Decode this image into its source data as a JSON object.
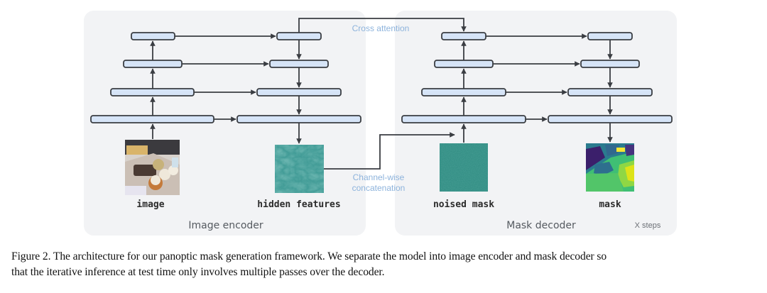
{
  "figure": {
    "panels": {
      "encoder": {
        "title": "Image encoder"
      },
      "decoder": {
        "title": "Mask decoder",
        "steps_note": "X steps"
      }
    },
    "nodes": {
      "image": "image",
      "hidden_features": "hidden features",
      "noised_mask": "noised mask",
      "mask": "mask"
    },
    "connections": {
      "cross_attention": "Cross attention",
      "channel_concat_line1": "Channel-wise",
      "channel_concat_line2": "concatenation"
    },
    "colors": {
      "panel_bg": "#f2f3f5",
      "block_fill": "#d6e4f7",
      "block_stroke": "#3a3d42",
      "arrow": "#3a3d42",
      "annotation": "#8db3dc",
      "feature_teal": "#3f9a95",
      "noise_teal": "#2f8a80"
    }
  },
  "caption": {
    "line1": "Figure 2. The architecture for our panoptic mask generation framework. We separate the model into image encoder and mask decoder so",
    "line2": "that the iterative inference at test time only involves multiple passes over the decoder."
  }
}
